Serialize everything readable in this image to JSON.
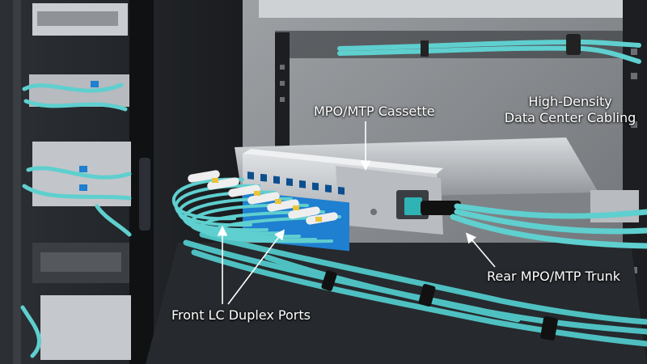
{
  "image": {
    "scene": "fiber-optic-patch-panel-in-server-rack",
    "colors": {
      "aqua_cable": "#5fcfcf",
      "aqua_cable_dark": "#2f9fa0",
      "lc_connector_blue": "#1f7fd0",
      "boot_white": "#eeeeee",
      "label_yellow": "#e8c43a",
      "rack_black": "#15171a",
      "cassette_silver": "#c9ccd0",
      "rear_wall": "#9ea3a8",
      "label_text": "#ffffff"
    }
  },
  "callouts": {
    "cassette": "MPO/MTP Cassette",
    "high_density_line1": "High-Density",
    "high_density_line2": "Data Center Cabling",
    "front_ports": "Front LC Duplex Ports",
    "rear_trunk": "Rear MPO/MTP Trunk"
  }
}
